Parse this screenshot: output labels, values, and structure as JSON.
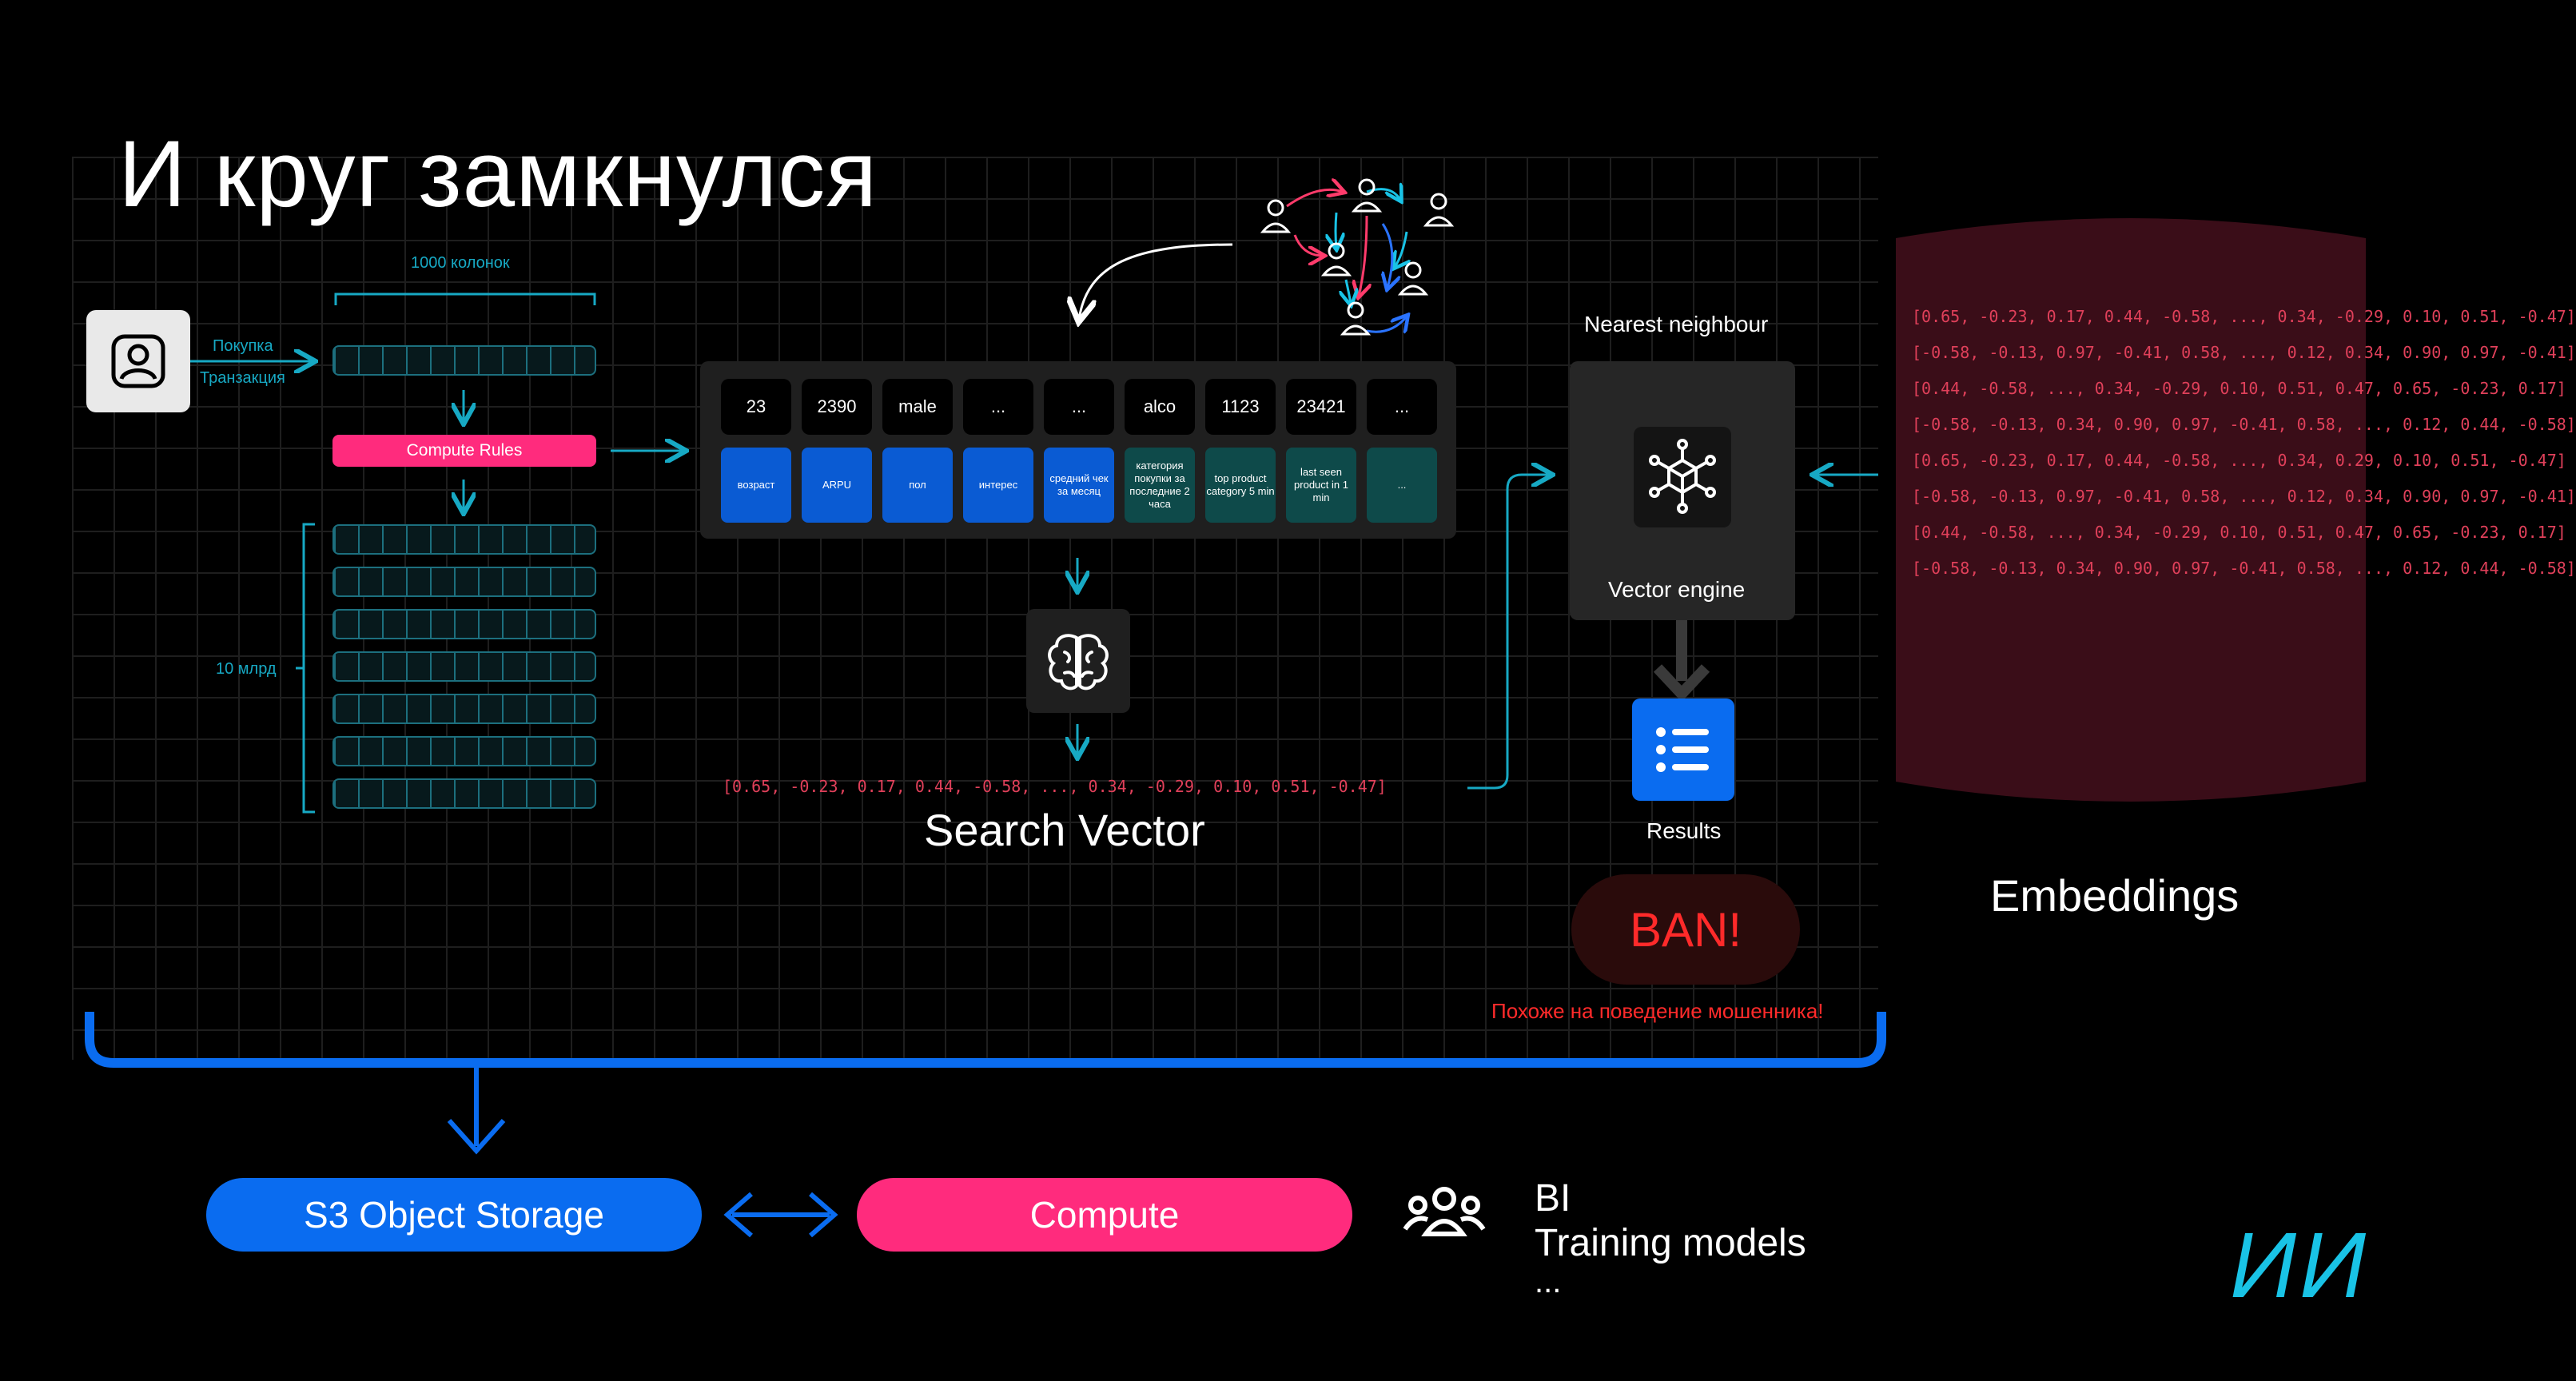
{
  "title": "И круг замкнулся",
  "left": {
    "columns_label": "1000 колонок",
    "input_labels": [
      "Покупка",
      "Транзакция"
    ],
    "compute_rules": "Compute Rules",
    "rows_label": "10 млрд"
  },
  "feature_table": {
    "values": [
      "23",
      "2390",
      "male",
      "...",
      "...",
      "alco",
      "1123",
      "23421",
      "..."
    ],
    "features": [
      {
        "label": "возраст",
        "kind": "blue"
      },
      {
        "label": "ARPU",
        "kind": "blue"
      },
      {
        "label": "пол",
        "kind": "blue"
      },
      {
        "label": "интерес",
        "kind": "blue"
      },
      {
        "label": "средний чек за месяц",
        "kind": "blue"
      },
      {
        "label": "категория покупки за последние 2 часа",
        "kind": "teal"
      },
      {
        "label": "top product category 5 min",
        "kind": "teal"
      },
      {
        "label": "last seen product in 1 min",
        "kind": "teal"
      },
      {
        "label": "...",
        "kind": "teal"
      }
    ]
  },
  "search_vector": {
    "vector": "[0.65, -0.23, 0.17, 0.44, -0.58, ..., 0.34, -0.29, 0.10, 0.51, -0.47]",
    "label": "Search Vector"
  },
  "vector_engine": {
    "nearest_label": "Nearest neighbour",
    "engine_label": "Vector engine",
    "results_label": "Results",
    "ban_label": "BAN!",
    "fraud_note": "Похоже на поведение мошенника!"
  },
  "embeddings": {
    "label": "Embeddings",
    "lines": [
      "[0.65, -0.23, 0.17, 0.44, -0.58, ..., 0.34, -0.29, 0.10, 0.51, -0.47]",
      "[-0.58, -0.13, 0.97, -0.41, 0.58, ..., 0.12, 0.34, 0.90, 0.97, -0.41]",
      "[0.44, -0.58, ..., 0.34, -0.29, 0.10, 0.51, 0.47, 0.65, -0.23, 0.17]",
      "[-0.58, -0.13, 0.34, 0.90, 0.97, -0.41, 0.58, ..., 0.12, 0.44, -0.58]",
      "[0.65, -0.23, 0.17, 0.44, -0.58, ..., 0.34, 0.29, 0.10, 0.51, -0.47]",
      "[-0.58, -0.13, 0.97, -0.41, 0.58, ..., 0.12, 0.34, 0.90, 0.97, -0.41]",
      "[0.44, -0.58, ..., 0.34, -0.29, 0.10, 0.51, 0.47, 0.65, -0.23, 0.17]",
      "[-0.58, -0.13, 0.34, 0.90, 0.97, -0.41, 0.58, ..., 0.12, 0.44, -0.58]"
    ]
  },
  "bottom": {
    "storage": "S3 Object Storage",
    "compute": "Compute",
    "consumers": [
      "BI",
      "Training models",
      "..."
    ]
  },
  "logo": "ИИ",
  "colors": {
    "pink": "#ff2b7d",
    "blue": "#0a6cf0",
    "teal": "#17a9c4",
    "red": "#e0405a",
    "logo_cyan": "#19c3e6"
  }
}
